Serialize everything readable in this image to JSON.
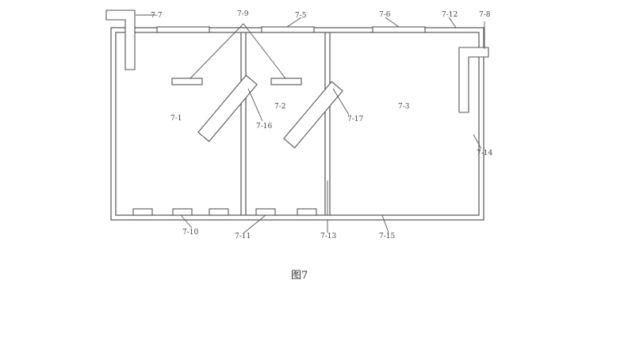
{
  "figure": {
    "caption": "图7",
    "labels": {
      "chamber_1": "7-1",
      "chamber_2": "7-2",
      "chamber_3": "7-3",
      "top_pipe_5": "7-5",
      "top_pipe_6": "7-6",
      "inlet_pipe": "7-7",
      "outlet_pipe": "7-8",
      "top_pipes_9": "7-9",
      "bottom_pipes_10": "7-10",
      "bottom_pipe_11": "7-11",
      "top_wall_12": "7-12",
      "divider_13": "7-13",
      "side_wall_14": "7-14",
      "bottom_wall_15": "7-15",
      "baffle_16": "7-16",
      "baffle_17": "7-17"
    }
  }
}
